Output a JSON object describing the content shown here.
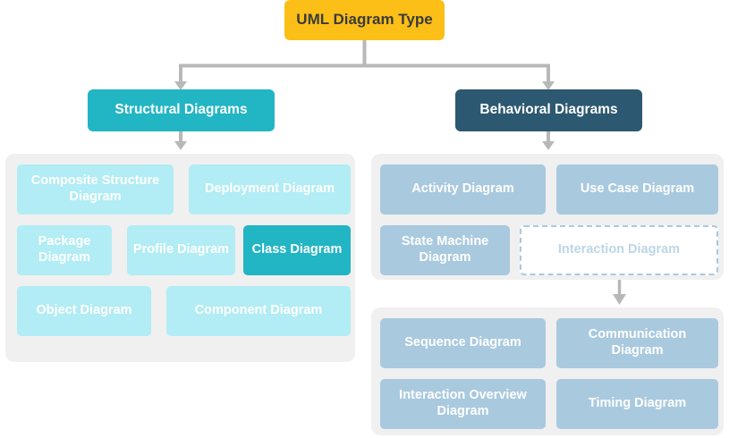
{
  "diagram": {
    "title": "UML Diagram Type",
    "colors": {
      "root": "#FBBF18",
      "structural": "#22b5c4",
      "behavioral": "#2c5871",
      "structural_leaf": "#b2ecf4",
      "behavioral_leaf": "#a9c9de",
      "panel": "#f0f0f0",
      "connector": "#b8b8b8",
      "highlight": "#22b5c4"
    },
    "root": {
      "label": "UML Diagram Type"
    },
    "branches": [
      {
        "id": "structural",
        "label": "Structural Diagrams",
        "children": [
          {
            "label": "Composite Structure Diagram",
            "highlighted": false
          },
          {
            "label": "Deployment Diagram",
            "highlighted": false
          },
          {
            "label": "Package Diagram",
            "highlighted": false
          },
          {
            "label": "Profile Diagram",
            "highlighted": false
          },
          {
            "label": "Class Diagram",
            "highlighted": true
          },
          {
            "label": "Object Diagram",
            "highlighted": false
          },
          {
            "label": "Component Diagram",
            "highlighted": false
          }
        ]
      },
      {
        "id": "behavioral",
        "label": "Behavioral Diagrams",
        "children": [
          {
            "label": "Activity Diagram",
            "style": "solid"
          },
          {
            "label": "Use Case Diagram",
            "style": "solid"
          },
          {
            "label": "State Machine Diagram",
            "style": "solid"
          },
          {
            "label": "Interaction Diagram",
            "style": "dashed"
          }
        ],
        "subgroup": {
          "parent": "Interaction Diagram",
          "children": [
            {
              "label": "Sequence Diagram"
            },
            {
              "label": "Communication Diagram"
            },
            {
              "label": "Interaction Overview Diagram"
            },
            {
              "label": "Timing Diagram"
            }
          ]
        }
      }
    ]
  }
}
